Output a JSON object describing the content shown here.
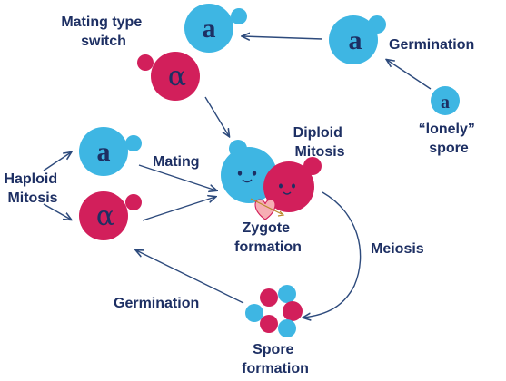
{
  "colors": {
    "blue": "#3eb6e3",
    "blue_dark": "#1f9fd0",
    "magenta": "#d21f5b",
    "magenta_dark": "#a8123f",
    "navy": "#1d2f63",
    "arrow": "#2d4a7c",
    "heart": "#f6aeb4"
  },
  "glyphs": {
    "a_type": "a",
    "alpha_type": "α"
  },
  "labels": {
    "mating_type_switch_1": "Mating type",
    "mating_type_switch_2": "switch",
    "germination_top": "Germination",
    "lonely_spore_1": "“lonely”",
    "lonely_spore_2": "spore",
    "diploid_mitosis_1": "Diploid",
    "diploid_mitosis_2": "Mitosis",
    "haploid_mitosis_1": "Haploid",
    "haploid_mitosis_2": "Mitosis",
    "mating": "Mating",
    "zygote_formation_1": "Zygote",
    "zygote_formation_2": "formation",
    "meiosis": "Meiosis",
    "germination_bottom": "Germination",
    "spore_formation_1": "Spore",
    "spore_formation_2": "formation"
  }
}
